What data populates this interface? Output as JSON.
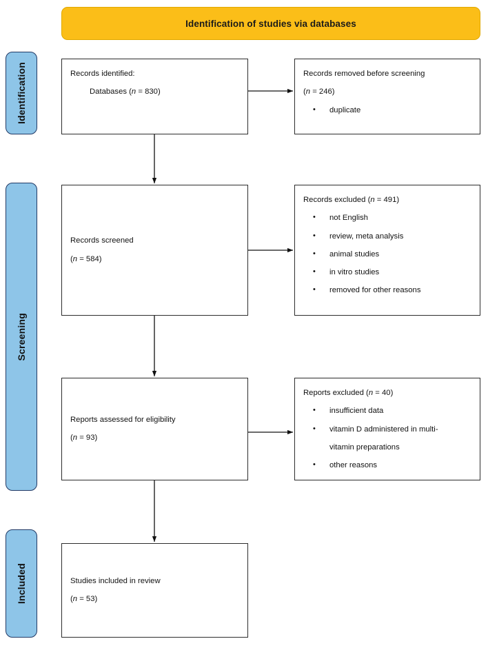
{
  "banner": {
    "title": "Identification of studies via databases",
    "color": "#FBBE18"
  },
  "stages": {
    "identification": "Identification",
    "screening": "Screening",
    "included": "Included",
    "color": "#8EC5E8",
    "border_color": "#203864"
  },
  "boxes": {
    "identified": {
      "line1": "Records identified:",
      "line2_label": "Databases  (",
      "line2_n": "n",
      "line2_value": " = 830)"
    },
    "removed": {
      "line1": "Records removed before screening",
      "line2_open": "(",
      "line2_n": "n",
      "line2_value": " = 246)",
      "reasons": [
        "duplicate"
      ]
    },
    "screened": {
      "line1": "Records screened",
      "line2_open": "(",
      "line2_n": "n",
      "line2_value": " = 584)"
    },
    "excluded_screening": {
      "heading_pre": "Records excluded (",
      "heading_n": "n",
      "heading_post": " = 491)",
      "reasons": [
        "not English",
        "review, meta analysis",
        "animal studies",
        "in vitro studies",
        "removed for other reasons"
      ]
    },
    "eligibility": {
      "line1": "Reports assessed for eligibility",
      "line2_open": "(",
      "line2_n": "n",
      "line2_value": " = 93)"
    },
    "excluded_eligibility": {
      "heading_pre": "Reports excluded (",
      "heading_n": "n",
      "heading_post": " = 40)",
      "reason1": "insufficient data",
      "reason2_line1": "vitamin D administered in multi-",
      "reason2_line2": "vitamin preparations",
      "reason3": "other reasons"
    },
    "included": {
      "line1": "Studies included in review",
      "line2_open": "(",
      "line2_n": "n",
      "line2_value": " = 53)"
    }
  },
  "chart_data": {
    "type": "diagram",
    "title": "Identification of studies via databases",
    "diagram_kind": "PRISMA flow diagram",
    "stages": [
      "Identification",
      "Screening",
      "Included"
    ],
    "nodes": [
      {
        "id": "identified",
        "stage": "Identification",
        "label": "Records identified: Databases",
        "n": 830
      },
      {
        "id": "removed",
        "stage": "Identification",
        "label": "Records removed before screening",
        "n": 246,
        "reasons": [
          "duplicate"
        ]
      },
      {
        "id": "screened",
        "stage": "Screening",
        "label": "Records screened",
        "n": 584
      },
      {
        "id": "excluded_screening",
        "stage": "Screening",
        "label": "Records excluded",
        "n": 491,
        "reasons": [
          "not English",
          "review, meta analysis",
          "animal studies",
          "in vitro studies",
          "removed for other reasons"
        ]
      },
      {
        "id": "eligibility",
        "stage": "Screening",
        "label": "Reports assessed for eligibility",
        "n": 93
      },
      {
        "id": "excluded_eligibility",
        "stage": "Screening",
        "label": "Reports excluded",
        "n": 40,
        "reasons": [
          "insufficient data",
          "vitamin D administered in multi-vitamin preparations",
          "other reasons"
        ]
      },
      {
        "id": "included",
        "stage": "Included",
        "label": "Studies included in review",
        "n": 53
      }
    ],
    "edges": [
      {
        "from": "identified",
        "to": "removed",
        "direction": "right"
      },
      {
        "from": "identified",
        "to": "screened",
        "direction": "down"
      },
      {
        "from": "screened",
        "to": "excluded_screening",
        "direction": "right"
      },
      {
        "from": "screened",
        "to": "eligibility",
        "direction": "down"
      },
      {
        "from": "eligibility",
        "to": "excluded_eligibility",
        "direction": "right"
      },
      {
        "from": "eligibility",
        "to": "included",
        "direction": "down"
      }
    ]
  }
}
